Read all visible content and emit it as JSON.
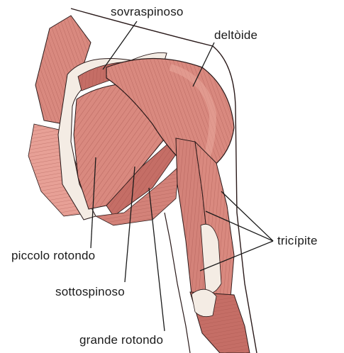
{
  "labels": {
    "supraspinatus": "sovraspinoso",
    "deltoid": "deltòide",
    "triceps": "tricípite",
    "teres_minor": "piccolo rotondo",
    "infraspinatus": "sottospinoso",
    "teres_major": "grande rotondo"
  },
  "colors": {
    "background": "#ffffff",
    "muscle_fill": "#d9897f",
    "muscle_dark": "#c56e66",
    "muscle_light": "#ecaba0",
    "fiber_stroke": "#9c4a45",
    "tendon_fill": "#f4ece4",
    "outline": "#2a1a1a",
    "leader_line": "#1a1a1a",
    "label_text": "#1a1a1a"
  }
}
